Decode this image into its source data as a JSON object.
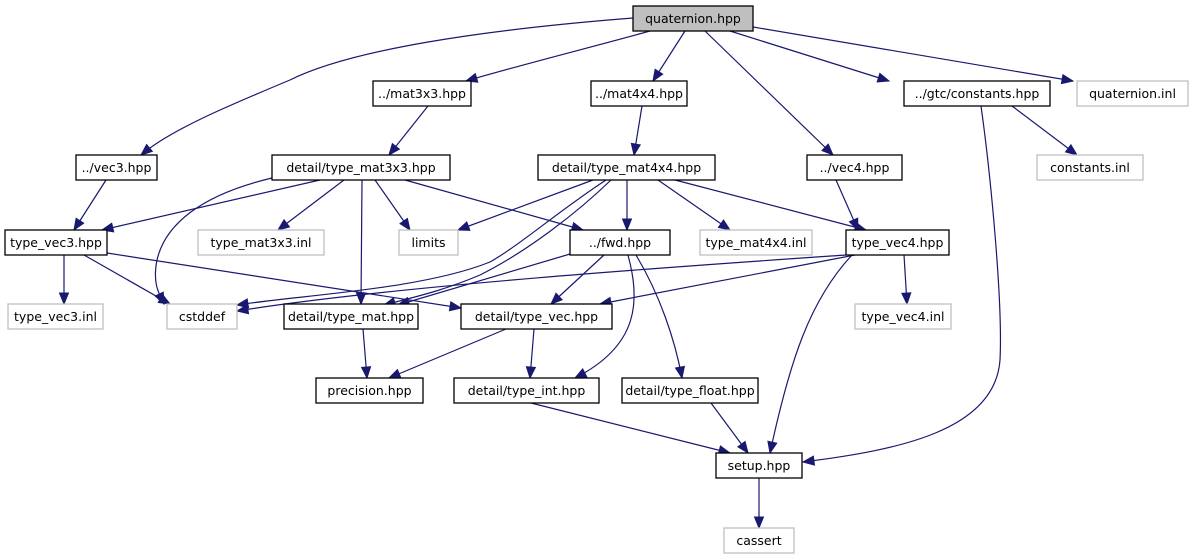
{
  "graph": {
    "title": "quaternion.hpp include dependency graph",
    "colors": {
      "edge": "#191970",
      "root_fill": "#bfbfbf",
      "documented_border": "#000000",
      "undocumented_border": "#bfbfbf",
      "fill": "#ffffff"
    },
    "nodes": [
      {
        "id": "quaternion_hpp",
        "label": "quaternion.hpp",
        "kind": "root"
      },
      {
        "id": "mat3x3_hpp",
        "label": "../mat3x3.hpp",
        "kind": "documented"
      },
      {
        "id": "mat4x4_hpp",
        "label": "../mat4x4.hpp",
        "kind": "documented"
      },
      {
        "id": "constants_hpp",
        "label": "../gtc/constants.hpp",
        "kind": "documented"
      },
      {
        "id": "quaternion_inl",
        "label": "quaternion.inl",
        "kind": "external"
      },
      {
        "id": "vec3_hpp",
        "label": "../vec3.hpp",
        "kind": "documented"
      },
      {
        "id": "type_mat3x3_hpp",
        "label": "detail/type_mat3x3.hpp",
        "kind": "documented"
      },
      {
        "id": "type_mat4x4_hpp",
        "label": "detail/type_mat4x4.hpp",
        "kind": "documented"
      },
      {
        "id": "vec4_hpp",
        "label": "../vec4.hpp",
        "kind": "documented"
      },
      {
        "id": "constants_inl",
        "label": "constants.inl",
        "kind": "external"
      },
      {
        "id": "type_vec3_hpp",
        "label": "type_vec3.hpp",
        "kind": "documented"
      },
      {
        "id": "type_mat3x3_inl",
        "label": "type_mat3x3.inl",
        "kind": "external"
      },
      {
        "id": "limits",
        "label": "limits",
        "kind": "external"
      },
      {
        "id": "fwd_hpp",
        "label": "../fwd.hpp",
        "kind": "documented"
      },
      {
        "id": "type_mat4x4_inl",
        "label": "type_mat4x4.inl",
        "kind": "external"
      },
      {
        "id": "type_vec4_hpp",
        "label": "type_vec4.hpp",
        "kind": "documented"
      },
      {
        "id": "type_vec3_inl",
        "label": "type_vec3.inl",
        "kind": "external"
      },
      {
        "id": "cstddef",
        "label": "cstddef",
        "kind": "external"
      },
      {
        "id": "type_mat_hpp",
        "label": "detail/type_mat.hpp",
        "kind": "documented"
      },
      {
        "id": "type_vec_hpp",
        "label": "detail/type_vec.hpp",
        "kind": "documented"
      },
      {
        "id": "type_vec4_inl",
        "label": "type_vec4.inl",
        "kind": "external"
      },
      {
        "id": "precision_hpp",
        "label": "precision.hpp",
        "kind": "documented"
      },
      {
        "id": "type_int_hpp",
        "label": "detail/type_int.hpp",
        "kind": "documented"
      },
      {
        "id": "type_float_hpp",
        "label": "detail/type_float.hpp",
        "kind": "documented"
      },
      {
        "id": "setup_hpp",
        "label": "setup.hpp",
        "kind": "documented"
      },
      {
        "id": "cassert",
        "label": "cassert",
        "kind": "external"
      }
    ],
    "edges": [
      {
        "from": "quaternion_hpp",
        "to": "vec3_hpp"
      },
      {
        "from": "quaternion_hpp",
        "to": "mat3x3_hpp"
      },
      {
        "from": "quaternion_hpp",
        "to": "mat4x4_hpp"
      },
      {
        "from": "quaternion_hpp",
        "to": "vec4_hpp"
      },
      {
        "from": "quaternion_hpp",
        "to": "constants_hpp"
      },
      {
        "from": "quaternion_hpp",
        "to": "quaternion_inl"
      },
      {
        "from": "mat3x3_hpp",
        "to": "type_mat3x3_hpp"
      },
      {
        "from": "mat4x4_hpp",
        "to": "type_mat4x4_hpp"
      },
      {
        "from": "constants_hpp",
        "to": "constants_inl"
      },
      {
        "from": "constants_hpp",
        "to": "setup_hpp"
      },
      {
        "from": "vec3_hpp",
        "to": "type_vec3_hpp"
      },
      {
        "from": "vec4_hpp",
        "to": "type_vec4_hpp"
      },
      {
        "from": "type_mat3x3_hpp",
        "to": "type_vec3_hpp"
      },
      {
        "from": "type_mat3x3_hpp",
        "to": "cstddef"
      },
      {
        "from": "type_mat3x3_hpp",
        "to": "type_mat3x3_inl"
      },
      {
        "from": "type_mat3x3_hpp",
        "to": "type_mat_hpp"
      },
      {
        "from": "type_mat3x3_hpp",
        "to": "limits"
      },
      {
        "from": "type_mat3x3_hpp",
        "to": "fwd_hpp"
      },
      {
        "from": "type_mat4x4_hpp",
        "to": "limits"
      },
      {
        "from": "type_mat4x4_hpp",
        "to": "cstddef"
      },
      {
        "from": "type_mat4x4_hpp",
        "to": "type_mat_hpp"
      },
      {
        "from": "type_mat4x4_hpp",
        "to": "fwd_hpp"
      },
      {
        "from": "type_mat4x4_hpp",
        "to": "type_mat4x4_inl"
      },
      {
        "from": "type_mat4x4_hpp",
        "to": "type_vec4_hpp"
      },
      {
        "from": "type_vec3_hpp",
        "to": "type_vec3_inl"
      },
      {
        "from": "type_vec3_hpp",
        "to": "cstddef"
      },
      {
        "from": "type_vec3_hpp",
        "to": "type_vec_hpp"
      },
      {
        "from": "fwd_hpp",
        "to": "type_mat_hpp"
      },
      {
        "from": "fwd_hpp",
        "to": "type_vec_hpp"
      },
      {
        "from": "fwd_hpp",
        "to": "type_int_hpp"
      },
      {
        "from": "fwd_hpp",
        "to": "type_float_hpp"
      },
      {
        "from": "type_vec4_hpp",
        "to": "cstddef"
      },
      {
        "from": "type_vec4_hpp",
        "to": "type_vec_hpp"
      },
      {
        "from": "type_vec4_hpp",
        "to": "type_vec4_inl"
      },
      {
        "from": "type_vec4_hpp",
        "to": "setup_hpp"
      },
      {
        "from": "type_mat_hpp",
        "to": "precision_hpp"
      },
      {
        "from": "type_vec_hpp",
        "to": "precision_hpp"
      },
      {
        "from": "type_vec_hpp",
        "to": "type_int_hpp"
      },
      {
        "from": "type_int_hpp",
        "to": "setup_hpp"
      },
      {
        "from": "type_float_hpp",
        "to": "setup_hpp"
      },
      {
        "from": "setup_hpp",
        "to": "cassert"
      }
    ]
  }
}
